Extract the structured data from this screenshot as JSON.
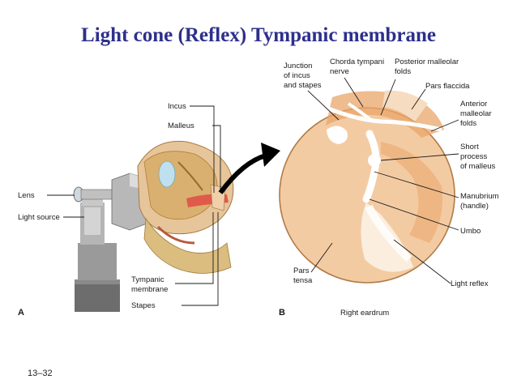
{
  "title": "Light cone (Reflex) Tympanic membrane",
  "panel_a": {
    "letter": "A",
    "labels": {
      "incus": "Incus",
      "malleus": "Malleus",
      "lens": "Lens",
      "light_source": "Light source",
      "tympanic_1": "Tympanic",
      "tympanic_2": "membrane",
      "stapes": "Stapes"
    }
  },
  "panel_b": {
    "letter": "B",
    "caption": "Right eardrum",
    "labels": {
      "junction_1": "Junction",
      "junction_2": "of incus",
      "junction_3": "and stapes",
      "chorda_1": "Chorda tympani",
      "chorda_2": "nerve",
      "posterior_1": "Posterior malleolar",
      "posterior_2": "folds",
      "pars_flaccida": "Pars flaccida",
      "anterior_1": "Anterior",
      "anterior_2": "malleolar",
      "anterior_3": "folds",
      "short_1": "Short",
      "short_2": "process",
      "short_3": "of malleus",
      "manubrium_1": "Manubrium",
      "manubrium_2": "(handle)",
      "umbo": "Umbo",
      "pars_tensa_1": "Pars",
      "pars_tensa_2": "tensa",
      "light_reflex": "Light reflex"
    }
  },
  "footer": "13–32",
  "colors": {
    "title": "#2e2f8c",
    "membrane": "#f4c9a0",
    "membrane_edge": "#c98a4e",
    "fold": "#e8a060"
  }
}
